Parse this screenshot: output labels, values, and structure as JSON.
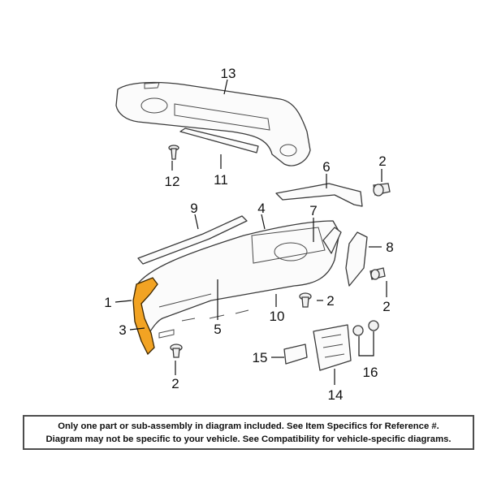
{
  "diagram": {
    "highlight_color": "#f2a323",
    "callouts": {
      "c1": "1",
      "c2a": "2",
      "c2b": "2",
      "c2c": "2",
      "c2d": "2",
      "c3": "3",
      "c4": "4",
      "c5": "5",
      "c6": "6",
      "c7": "7",
      "c8": "8",
      "c9": "9",
      "c10": "10",
      "c11": "11",
      "c12": "12",
      "c13": "13",
      "c14": "14",
      "c15": "15",
      "c16": "16"
    }
  },
  "disclaimer": {
    "line1": "Only one part or sub-assembly in diagram included. See Item Specifics for Reference #.",
    "line2": "Diagram may not be specific to your vehicle. See Compatibility for vehicle-specific diagrams."
  }
}
